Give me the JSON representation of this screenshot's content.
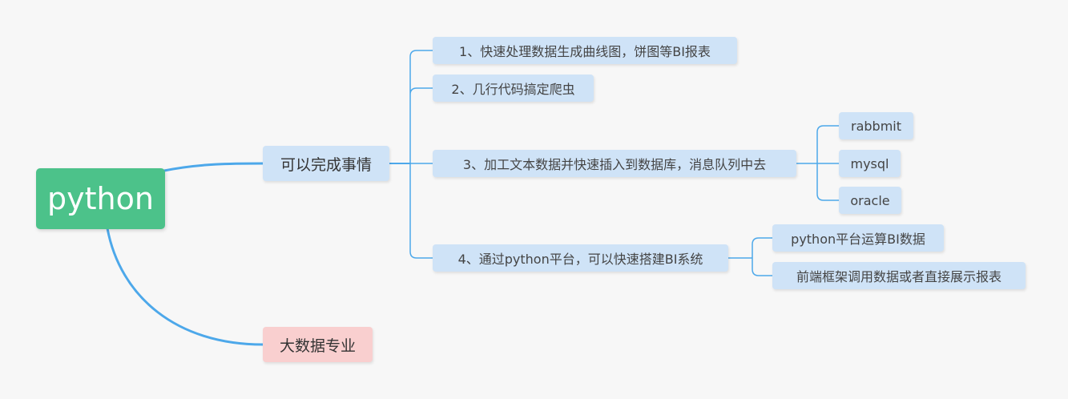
{
  "root": {
    "label": "python"
  },
  "branches": [
    {
      "label": "可以完成事情",
      "children": [
        {
          "label": "1、快速处理数据生成曲线图，饼图等BI报表"
        },
        {
          "label": "2、几行代码搞定爬虫"
        },
        {
          "label": "3、加工文本数据并快速插入到数据库，消息队列中去",
          "children": [
            {
              "label": "rabbmit"
            },
            {
              "label": "mysql"
            },
            {
              "label": "oracle"
            }
          ]
        },
        {
          "label": "4、通过python平台，可以快速搭建BI系统",
          "children": [
            {
              "label": "python平台运算BI数据"
            },
            {
              "label": "前端框架调用数据或者直接展示报表"
            }
          ]
        }
      ]
    },
    {
      "label": "大数据专业"
    }
  ],
  "colors": {
    "background": "#f7f7f7",
    "root_fill": "#4cc28a",
    "topic_fill": "#cfe3f7",
    "highlight_fill": "#f9cfcf",
    "connector": "#4da8ea"
  }
}
